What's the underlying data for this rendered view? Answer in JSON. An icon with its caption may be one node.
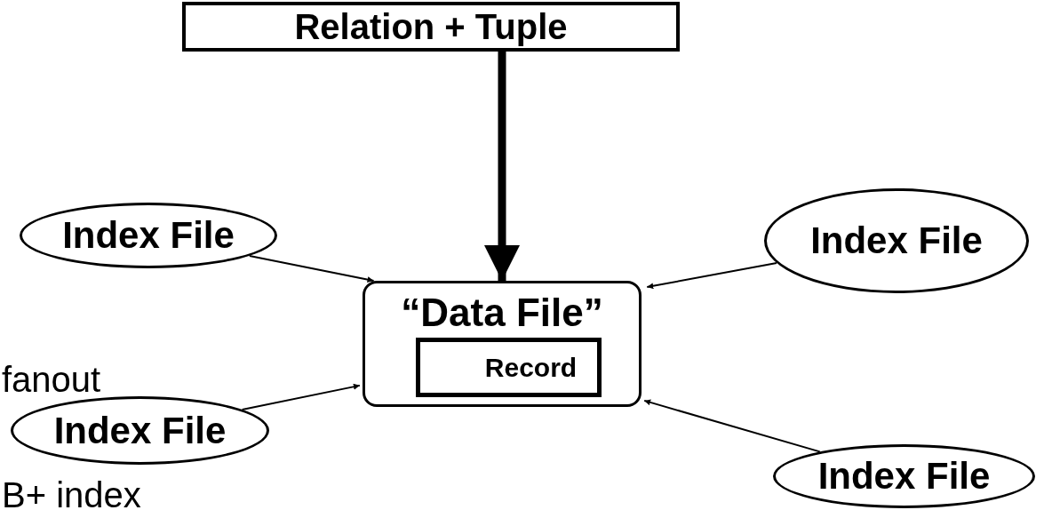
{
  "diagram": {
    "nodes": [
      {
        "text": [
          "Relation + Tuple"
        ]
      },
      {
        "text": [
          "“Data File”"
        ]
      },
      {
        "text": [
          "Record"
        ],
        "in": 1
      },
      {
        "text": [
          "Index File"
        ]
      },
      {
        "text": [
          "Index File"
        ]
      },
      {
        "text": [
          "Index File"
        ]
      },
      {
        "text": [
          "Index File"
        ]
      }
    ],
    "edges": [
      {
        "from": 0,
        "to": 1,
        "arrow": "to",
        "style": "thick"
      },
      {
        "from": 3,
        "to": 1,
        "arrow": "to"
      },
      {
        "from": 4,
        "to": 1,
        "arrow": "to"
      },
      {
        "from": 5,
        "to": 1,
        "arrow": "to"
      },
      {
        "from": 6,
        "to": 1,
        "arrow": "to"
      }
    ],
    "labels": [
      "fanout",
      "B+ index"
    ]
  }
}
